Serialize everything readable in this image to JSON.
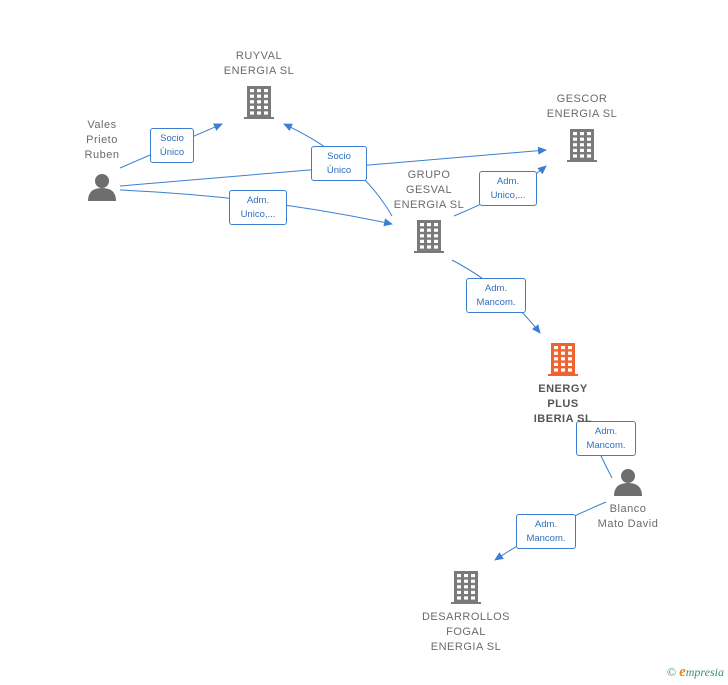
{
  "colors": {
    "edge": "#3a7fd1",
    "company": "#7a7a7a",
    "company_main": "#f0632e",
    "person": "#6e6e6e"
  },
  "nodes": [
    {
      "id": "vales",
      "type": "person",
      "label": "Vales\nPrieto\nRuben",
      "icon": "person-icon"
    },
    {
      "id": "ruyval",
      "type": "company",
      "label": "RUYVAL\nENERGIA  SL",
      "icon": "building-icon"
    },
    {
      "id": "gescor",
      "type": "company",
      "label": "GESCOR\nENERGIA  SL",
      "icon": "building-icon"
    },
    {
      "id": "grupo",
      "type": "company",
      "label": "GRUPO\nGESVAL\nENERGIA  SL",
      "icon": "building-icon"
    },
    {
      "id": "energy",
      "type": "company_main",
      "label": "ENERGY\nPLUS\nIBERIA  SL",
      "icon": "building-icon"
    },
    {
      "id": "blanco",
      "type": "person",
      "label": "Blanco\nMato David",
      "icon": "person-icon"
    },
    {
      "id": "desarrollos",
      "type": "company",
      "label": "DESARROLLOS\nFOGAL\nENERGIA  SL",
      "icon": "building-icon"
    }
  ],
  "edges": [
    {
      "id": "e1",
      "from": "vales",
      "to": "ruyval",
      "label": "Socio\nÚnico"
    },
    {
      "id": "e2",
      "from": "vales",
      "to": "gescor",
      "label": ""
    },
    {
      "id": "e3",
      "from": "vales",
      "to": "grupo",
      "label": "Adm.\nUnico,..."
    },
    {
      "id": "e4",
      "from": "grupo",
      "to": "ruyval",
      "label": "Socio\nÚnico"
    },
    {
      "id": "e5",
      "from": "grupo",
      "to": "gescor",
      "label": "Adm.\nUnico,..."
    },
    {
      "id": "e6",
      "from": "grupo",
      "to": "energy",
      "label": "Adm.\nMancom."
    },
    {
      "id": "e7",
      "from": "blanco",
      "to": "energy",
      "label": "Adm.\nMancom."
    },
    {
      "id": "e8",
      "from": "blanco",
      "to": "desarrollos",
      "label": "Adm.\nMancom."
    }
  ],
  "footer": {
    "copyright": "©",
    "brand_e": "e",
    "brand_rest": "mpresia"
  }
}
